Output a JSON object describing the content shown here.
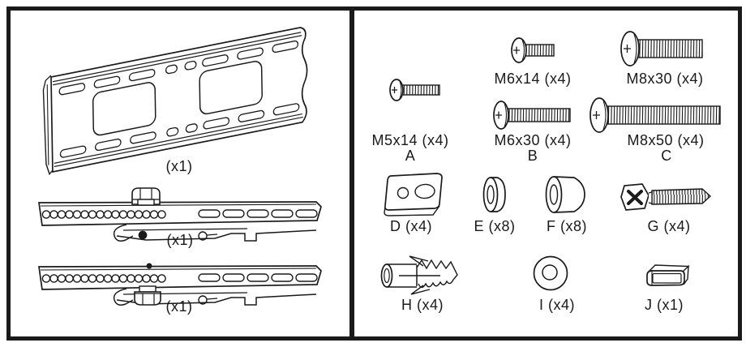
{
  "diagram": {
    "colors": {
      "line": "#1a1a1a",
      "background": "#ffffff"
    },
    "left_panel": {
      "wall_plate": {
        "name": "wall-plate",
        "qty": "(x1)"
      },
      "arm_top": {
        "name": "tv-bracket-arm-top",
        "qty": "(x1)"
      },
      "arm_bottom": {
        "name": "tv-bracket-arm-bottom",
        "qty": "(x1)"
      }
    },
    "right_panel": {
      "m6x14": {
        "label": "M6x14 (x4)"
      },
      "m8x30": {
        "label": "M8x30 (x4)"
      },
      "m5x14": {
        "label": "M5x14 (x4)",
        "letter": "A"
      },
      "m6x30": {
        "label": "M6x30 (x4)",
        "letter": "B"
      },
      "m8x50": {
        "label": "M8x50 (x4)",
        "letter": "C"
      },
      "spacer_plate": {
        "label": "D (x4)"
      },
      "spacer_small": {
        "label": "E (x8)"
      },
      "spacer_large": {
        "label": "F (x8)"
      },
      "lag_bolt": {
        "label": "G (x4)"
      },
      "wall_anchor": {
        "label": "H (x4)"
      },
      "washer": {
        "label": "I (x4)"
      },
      "end_cap": {
        "label": "J (x1)"
      }
    }
  }
}
